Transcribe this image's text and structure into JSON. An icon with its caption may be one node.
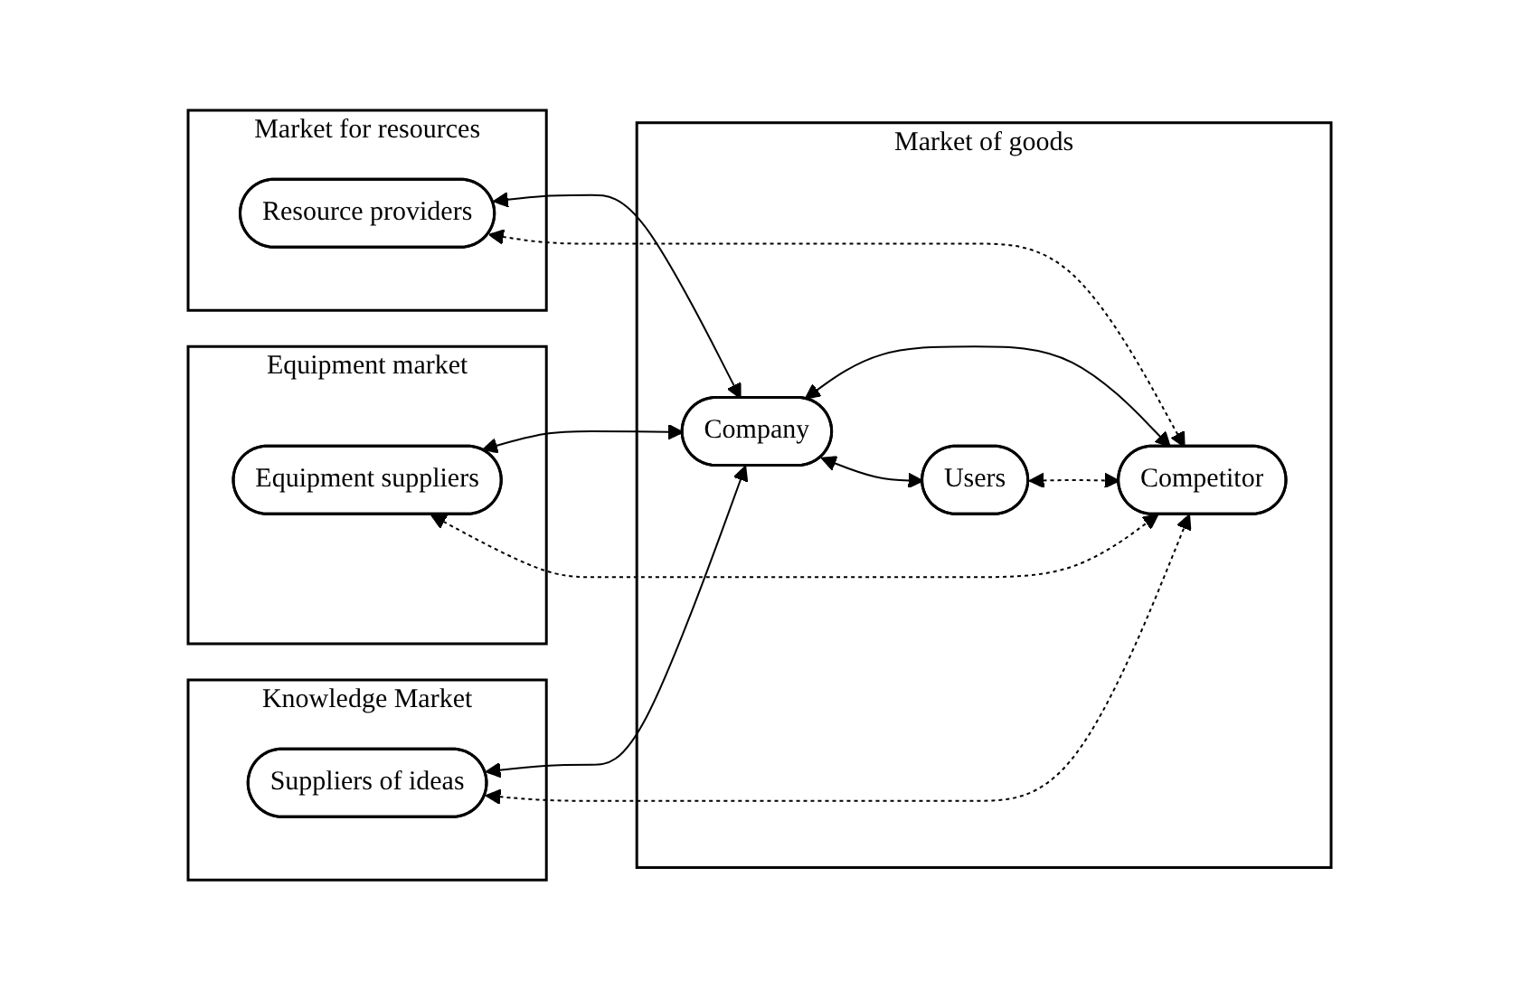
{
  "diagram": {
    "nodes": [
      {
        "text": [
          "Market for resources"
        ]
      },
      {
        "text": [
          "Resource providers"
        ],
        "in": 0
      },
      {
        "text": [
          "Equipment market"
        ]
      },
      {
        "text": [
          "Equipment suppliers"
        ],
        "in": 2
      },
      {
        "text": [
          "Knowledge Market"
        ]
      },
      {
        "text": [
          "Suppliers of ideas"
        ],
        "in": 4
      },
      {
        "text": [
          "Market of goods"
        ]
      },
      {
        "text": [
          "Company"
        ],
        "in": 6
      },
      {
        "text": [
          "Users"
        ],
        "in": 6
      },
      {
        "text": [
          "Competitor"
        ],
        "in": 6
      }
    ],
    "edges": [
      {
        "from": 1,
        "to": 7,
        "arrow": "both"
      },
      {
        "from": 3,
        "to": 7,
        "arrow": "both"
      },
      {
        "from": 5,
        "to": 7,
        "arrow": "both"
      },
      {
        "from": 7,
        "to": 9,
        "arrow": "both"
      },
      {
        "from": 7,
        "to": 8,
        "arrow": "both"
      },
      {
        "from": 1,
        "to": 9,
        "arrow": "both",
        "style": "dashed"
      },
      {
        "from": 3,
        "to": 9,
        "arrow": "both",
        "style": "dashed"
      },
      {
        "from": 8,
        "to": 9,
        "arrow": "both",
        "style": "dashed"
      },
      {
        "from": 5,
        "to": 9,
        "arrow": "both",
        "style": "dashed"
      }
    ]
  }
}
